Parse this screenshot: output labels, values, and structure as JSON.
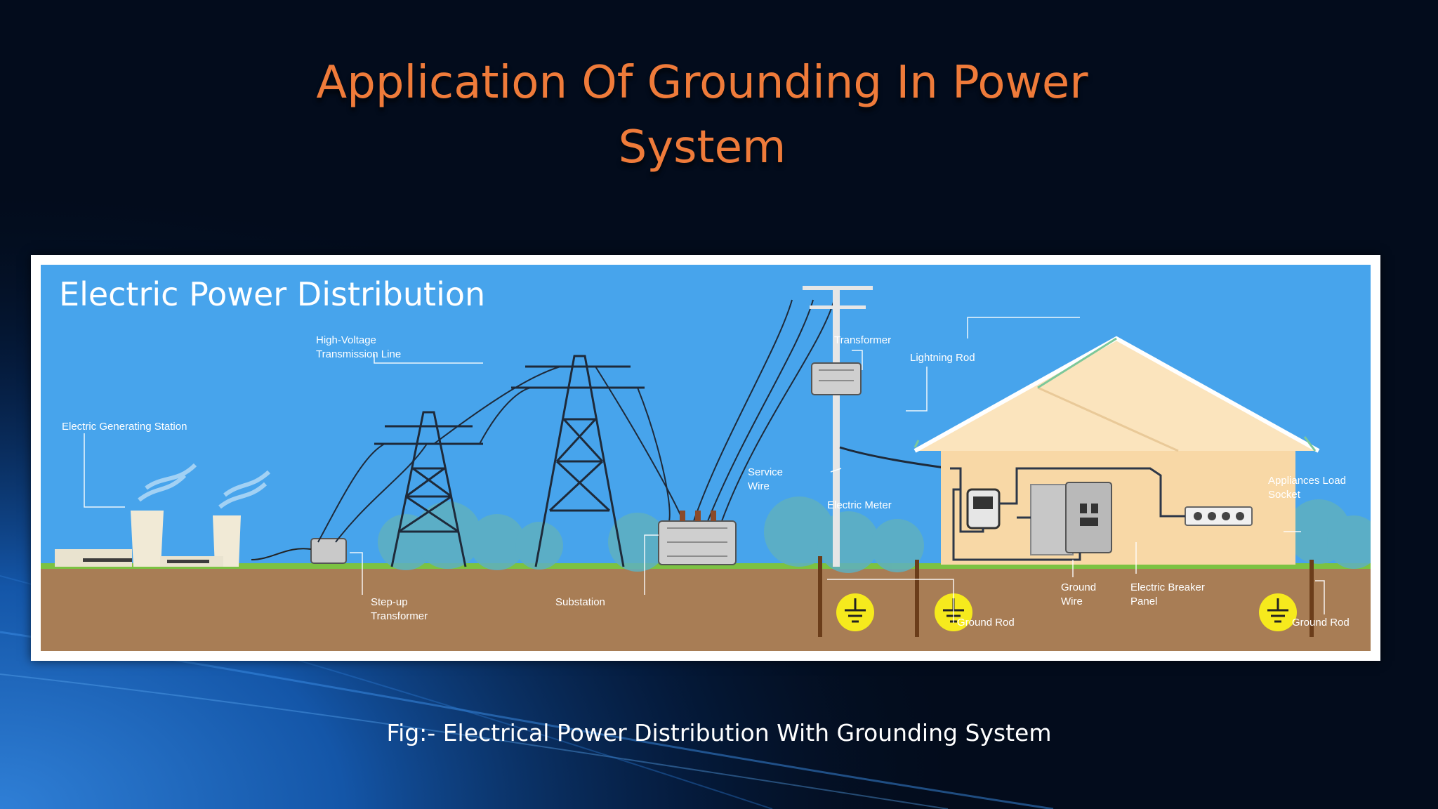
{
  "slide": {
    "title_line1": "Application Of Grounding In Power",
    "title_line2": "System",
    "caption": "Fig:- Electrical Power Distribution With Grounding System"
  },
  "diagram": {
    "heading": "Electric Power Distribution",
    "labels": {
      "generating_station": "Electric Generating Station",
      "hv_line_1": "High-Voltage",
      "hv_line_2": "Transmission Line",
      "stepup_1": "Step-up",
      "stepup_2": "Transformer",
      "substation": "Substation",
      "transformer": "Transformer",
      "service_1": "Service",
      "service_2": "Wire",
      "meter": "Electric Meter",
      "lightning_rod": "Lightning Rod",
      "appliances_1": "Appliances Load",
      "appliances_2": "Socket",
      "ground_rod_1": "Ground Rod",
      "ground_wire_1": "Ground",
      "ground_wire_2": "Wire",
      "breaker_1": "Electric Breaker",
      "breaker_2": "Panel",
      "ground_rod_2": "Ground Rod"
    },
    "colors": {
      "sky": "#47a4ec",
      "ground": "#a87d55",
      "grass": "#7cc242",
      "house": "#f8d8a6",
      "roof": "#fbe4bd",
      "symbol": "#f6ea1d"
    }
  }
}
